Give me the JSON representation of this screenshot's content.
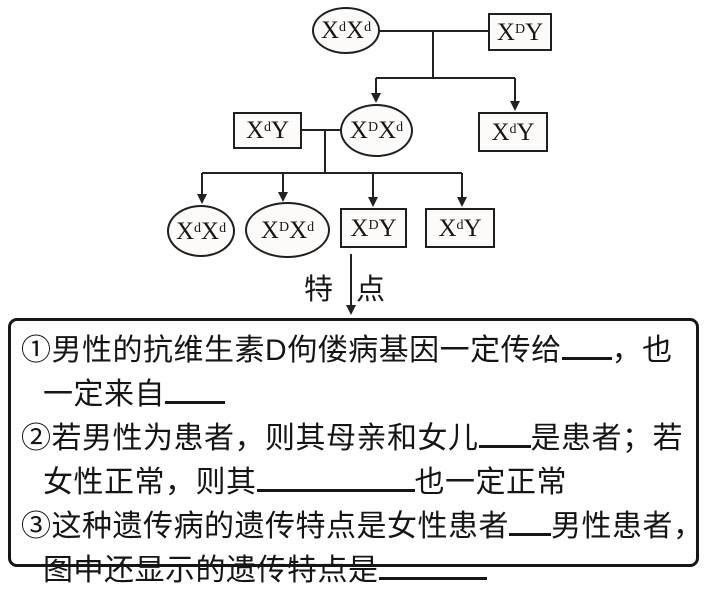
{
  "colors": {
    "ink": "#1b1b1b",
    "paper": "#ffffff"
  },
  "pedigree": {
    "nodes": [
      {
        "name": "gen1-mother",
        "shape": "ellipse",
        "parts": [
          {
            "base": "X",
            "sup": "d"
          },
          {
            "base": "X",
            "sup": "d"
          }
        ]
      },
      {
        "name": "gen1-father",
        "shape": "rect",
        "parts": [
          {
            "base": "X",
            "sup": "D"
          },
          {
            "base": "Y",
            "sup": ""
          }
        ]
      },
      {
        "name": "gen2-husband",
        "shape": "rect",
        "parts": [
          {
            "base": "X",
            "sup": "d"
          },
          {
            "base": "Y",
            "sup": ""
          }
        ]
      },
      {
        "name": "gen2-daughter",
        "shape": "ellipse",
        "parts": [
          {
            "base": "X",
            "sup": "D"
          },
          {
            "base": "X",
            "sup": "d"
          }
        ]
      },
      {
        "name": "gen2-son",
        "shape": "rect",
        "parts": [
          {
            "base": "X",
            "sup": "d"
          },
          {
            "base": "Y",
            "sup": ""
          }
        ]
      },
      {
        "name": "gen3-daughter1",
        "shape": "ellipse",
        "parts": [
          {
            "base": "X",
            "sup": "d"
          },
          {
            "base": "X",
            "sup": "d"
          }
        ]
      },
      {
        "name": "gen3-daughter2",
        "shape": "ellipse",
        "parts": [
          {
            "base": "X",
            "sup": "D"
          },
          {
            "base": "X",
            "sup": "d"
          }
        ]
      },
      {
        "name": "gen3-son1",
        "shape": "rect",
        "parts": [
          {
            "base": "X",
            "sup": "D"
          },
          {
            "base": "Y",
            "sup": ""
          }
        ]
      },
      {
        "name": "gen3-son2",
        "shape": "rect",
        "parts": [
          {
            "base": "X",
            "sup": "d"
          },
          {
            "base": "Y",
            "sup": ""
          }
        ]
      }
    ],
    "connector_label": {
      "char1": "特",
      "char2": "点"
    }
  },
  "notes": {
    "line1": {
      "t1": "①男性的抗维生素D佝偻病基因一定传给",
      "t2": "，也"
    },
    "line2": {
      "t1": "一定来自"
    },
    "line3": {
      "t1": "②若男性为患者，则其母亲和女儿",
      "t2": "是患者；若"
    },
    "line4": {
      "t1": "女性正常，则其",
      "t2": "也一定正常"
    },
    "line5": {
      "t1": "③这种遗传病的遗传特点是女性患者",
      "t2": "男性患者，"
    },
    "line6": {
      "t1": "图中还显示的遗传特点是"
    }
  }
}
